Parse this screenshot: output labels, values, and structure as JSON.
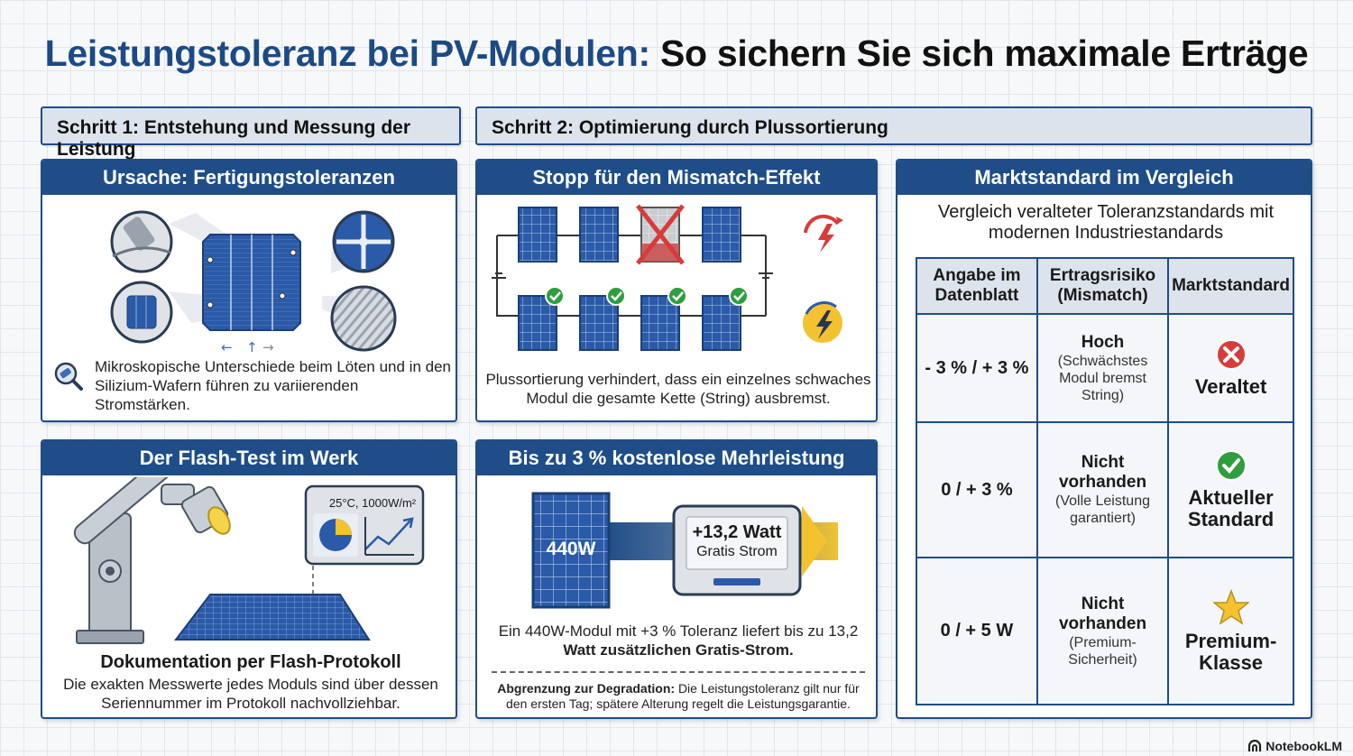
{
  "title": {
    "part1": "Leistungstoleranz bei PV-Modulen:",
    "part2": "So sichern Sie sich maximale Erträge"
  },
  "steps": {
    "step1": "Schritt 1: Entstehung und Messung der Leistung",
    "step2": "Schritt 2: Optimierung durch Plussortierung"
  },
  "panel_cause": {
    "heading": "Ursache: Fertigungstoleranzen",
    "text": "Mikroskopische Unterschiede beim Löten und in den Silizium-Wafern führen zu variierenden Stromstärken."
  },
  "panel_flash": {
    "heading": "Der Flash-Test im Werk",
    "monitor_label": "25°C, 1000W/m²",
    "subheading": "Dokumentation per Flash-Protokoll",
    "text": "Die exakten Messwerte jedes Moduls sind über dessen Seriennummer im Protokoll nachvollziehbar."
  },
  "panel_mismatch": {
    "heading": "Stopp für den Mismatch-Effekt",
    "text": "Plussortierung verhindert, dass ein einzelnes schwaches Modul die gesamte Kette (String) ausbremst."
  },
  "panel_bonus": {
    "heading": "Bis zu 3 % kostenlose Mehrleistung",
    "module_label": "440W",
    "gain_value": "+13,2 Watt",
    "gain_label": "Gratis Strom",
    "text_normal": "Ein 440W-Modul mit +3 % Toleranz liefert bis zu 13,2",
    "text_bold": "Watt zusätzlichen Gratis-Strom.",
    "note_bold": "Abgrenzung zur Degradation:",
    "note_text": "Die Leistungstoleranz gilt nur für den ersten Tag; spätere Alterung regelt die Leistungsgarantie."
  },
  "panel_market": {
    "heading": "Marktstandard im Vergleich",
    "intro": "Vergleich veralteter Toleranzstandards mit modernen Industriestandards",
    "columns": [
      "Angabe im Datenblatt",
      "Ertragsrisiko (Mismatch)",
      "Marktstandard"
    ],
    "rows": [
      {
        "spec": "- 3 % / + 3 %",
        "risk": "Hoch",
        "risk_note": "(Schwächstes Modul bremst String)",
        "standard": "Veraltet",
        "icon": "x-circle-icon"
      },
      {
        "spec": "0 / + 3 %",
        "risk": "Nicht vorhanden",
        "risk_note": "(Volle Leistung garantiert)",
        "standard": "Aktueller Standard",
        "icon": "check-circle-icon"
      },
      {
        "spec": "0 / + 5 W",
        "risk": "Nicht vorhanden",
        "risk_note": "(Premium-Sicherheit)",
        "standard": "Premium-Klasse",
        "icon": "star-icon"
      }
    ]
  },
  "brand": "NotebookLM",
  "colors": {
    "navy": "#1f4d87",
    "title_blue": "#1c4a85",
    "green": "#2e9e3e",
    "red": "#d93b3b",
    "gold": "#f2c230",
    "panel_blue": "#2a5aa8"
  }
}
